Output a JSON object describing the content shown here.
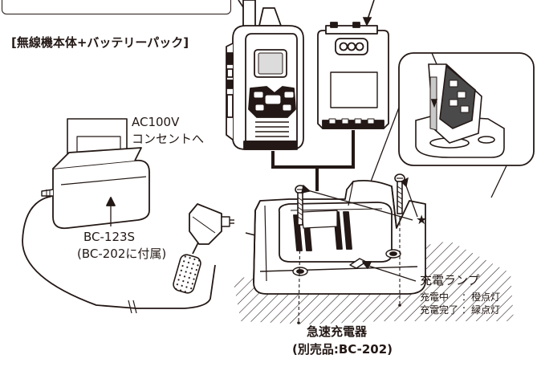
{
  "labels": {
    "radio_battery": "[無線機本体+バッテリーパック]",
    "outlet_voltage": "AC100V",
    "outlet_target": "コンセントへ",
    "adapter_model": "BC-123S",
    "adapter_note": "(BC-202に付属)",
    "charge_lamp": "充電ランプ",
    "charging_label": "充電中",
    "charging_state": "：橙点灯",
    "charged_label": "充電完了",
    "charged_state": "：緑点灯",
    "charger_name": "急速充電器",
    "charger_model": "(別売品:BC-202)",
    "star": "★"
  },
  "battery_button_text": "000",
  "colors": {
    "ink": "#231815",
    "light_gray": "#c9c9c9",
    "mid_gray": "#8a8a8a",
    "dark_gray": "#4a4a4a",
    "background": "#ffffff"
  }
}
